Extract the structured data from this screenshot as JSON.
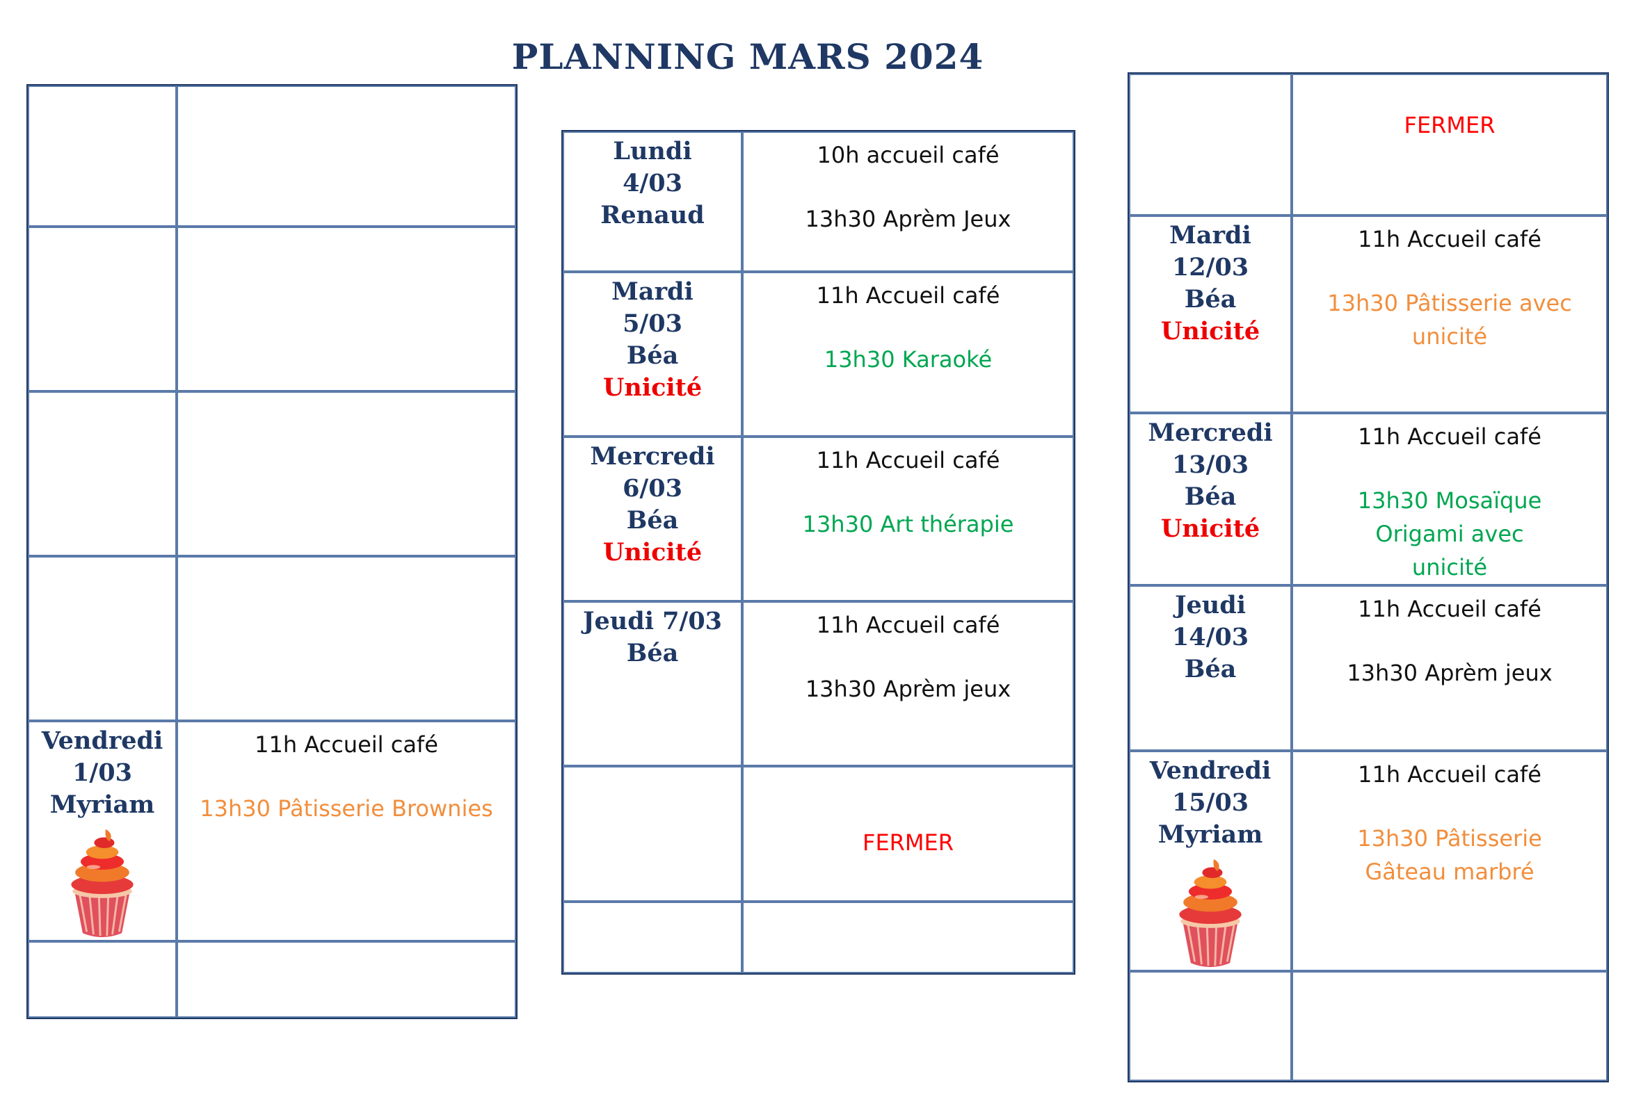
{
  "title": "PLANNING MARS 2024",
  "left_table": {
    "friday": {
      "day": "Vendredi",
      "date": "1/03",
      "person": "Myriam",
      "accueil": "11h Accueil café",
      "activity": "13h30 Pâtisserie Brownies"
    }
  },
  "middle_table": {
    "monday": {
      "day": "Lundi",
      "date": "4/03",
      "person": "Renaud",
      "accueil": "10h accueil café",
      "activity": "13h30 Aprèm Jeux"
    },
    "tuesday": {
      "day": "Mardi",
      "date": "5/03",
      "person": "Béa",
      "partner": "Unicité",
      "accueil": "11h Accueil café",
      "activity": "13h30 Karaoké"
    },
    "wednesday": {
      "day": "Mercredi",
      "date": "6/03",
      "person": "Béa",
      "partner": "Unicité",
      "accueil": "11h Accueil café",
      "activity": "13h30 Art thérapie"
    },
    "thursday": {
      "day": "Jeudi 7/03",
      "person": "Béa",
      "accueil": "11h Accueil café",
      "activity": "13h30 Aprèm jeux"
    },
    "friday": {
      "status": "FERMER"
    }
  },
  "right_table": {
    "monday": {
      "status": "FERMER"
    },
    "tuesday": {
      "day": "Mardi",
      "date": "12/03",
      "person": "Béa",
      "partner": "Unicité",
      "accueil": "11h Accueil café",
      "activity": "13h30 Pâtisserie avec unicité"
    },
    "wednesday": {
      "day": "Mercredi",
      "date": "13/03",
      "person": "Béa",
      "partner": "Unicité",
      "accueil": "11h Accueil café",
      "activity": "13h30 Mosaïque Origami avec unicité"
    },
    "thursday": {
      "day": "Jeudi",
      "date": "14/03",
      "person": "Béa",
      "accueil": "11h Accueil café",
      "activity": "13h30 Aprèm jeux"
    },
    "friday": {
      "day": "Vendredi",
      "date": "15/03",
      "person": "Myriam",
      "accueil": "11h Accueil café",
      "activity": "13h30 Pâtisserie Gâteau marbré"
    }
  },
  "colors": {
    "heading": "#1f3864",
    "partner": "#ee0000",
    "closed": "#ff0000",
    "pastry": "#f28e3c",
    "workshop": "#00a651"
  },
  "icons": {
    "cupcake": "cupcake-icon"
  }
}
